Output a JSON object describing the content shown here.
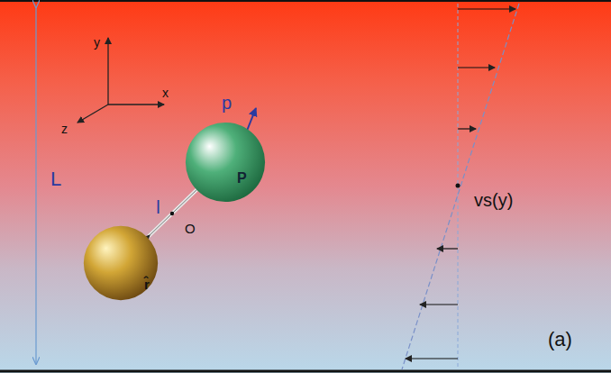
{
  "diagram": {
    "nodes": [
      {
        "text": [
          "r̂"
        ]
      },
      {
        "text": [
          "P"
        ]
      }
    ],
    "edges": [
      {
        "from": 0,
        "to": 1,
        "arrow": "none",
        "label": "l"
      }
    ],
    "labels": [
      "y",
      "x",
      "z",
      "L",
      "O",
      "p",
      "vs(y)",
      "(a)"
    ]
  }
}
